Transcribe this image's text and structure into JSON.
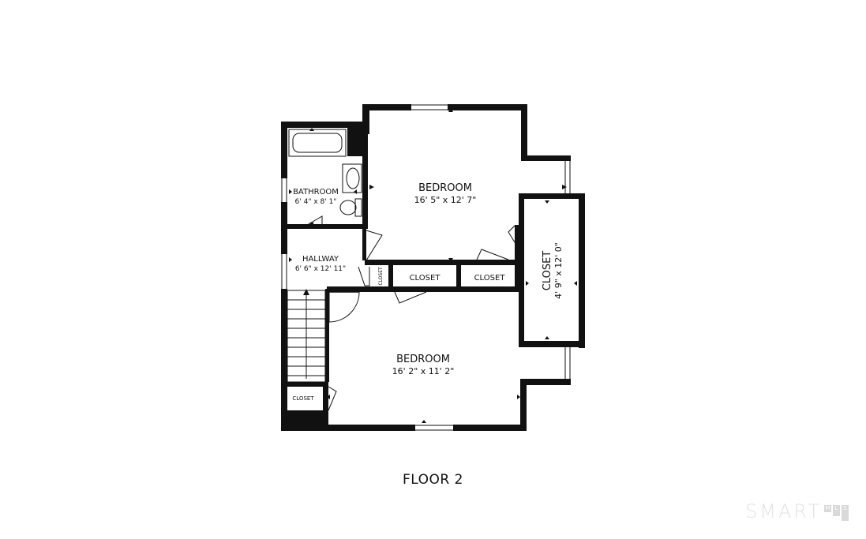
{
  "rooms": {
    "bedroom_upper": {
      "name": "BEDROOM",
      "dims": "16' 5\" x 12' 7\""
    },
    "bedroom_lower": {
      "name": "BEDROOM",
      "dims": "16' 2\" x 11' 2\""
    },
    "bathroom": {
      "name": "BATHROOM",
      "dims": "6' 4\" x 8' 1\""
    },
    "hallway": {
      "name": "HALLWAY",
      "dims": "6' 6\" x 12' 11\""
    },
    "closet_large": {
      "name": "CLOSET",
      "dims": "4' 9\" x 12' 0\""
    },
    "closet_mid_1": {
      "name": "CLOSET"
    },
    "closet_mid_2": {
      "name": "CLOSET"
    },
    "closet_small_vertical": {
      "name": "CLOSET"
    },
    "closet_bottom_left": {
      "name": "CLOSET"
    }
  },
  "floor_label": "FLOOR 2",
  "logo": {
    "text": "SMART",
    "sub": [
      "M",
      "L",
      "S"
    ]
  },
  "colors": {
    "wall": "#111111",
    "background": "#ffffff",
    "logo": "#dcdcdc"
  }
}
